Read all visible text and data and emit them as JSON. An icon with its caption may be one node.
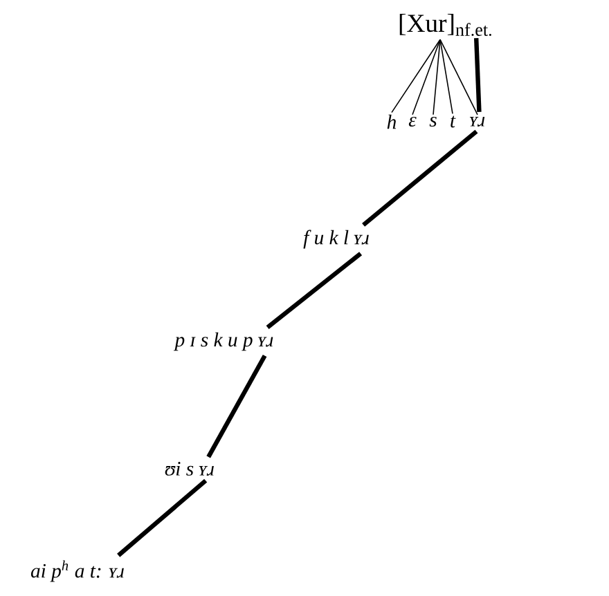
{
  "diagram": {
    "nodes": [
      {
        "text": [
          "[Xur]$_{nf.et.}$"
        ]
      },
      {
        "text": [
          "h"
        ]
      },
      {
        "text": [
          "ɛ"
        ]
      },
      {
        "text": [
          "s"
        ]
      },
      {
        "text": [
          "t"
        ]
      },
      {
        "text": [
          "ʏɹ"
        ]
      },
      {
        "text": [
          "f u k l ʏɹ"
        ]
      },
      {
        "text": [
          "p ɪ s k u p ʏɹ"
        ]
      },
      {
        "text": [
          "ʊi s ʏɹ"
        ]
      },
      {
        "text": [
          "ai p$^{h}$ a t: ʏɹ"
        ]
      }
    ],
    "edges": [
      {
        "from": 1,
        "to": 0,
        "arrow": "none"
      },
      {
        "from": 2,
        "to": 0,
        "arrow": "none"
      },
      {
        "from": 3,
        "to": 0,
        "arrow": "none"
      },
      {
        "from": 4,
        "to": 0,
        "arrow": "none"
      },
      {
        "from": 5,
        "to": 0,
        "arrow": "none"
      },
      {
        "from": 0,
        "to": 5,
        "arrow": "none",
        "style": "thick"
      },
      {
        "from": 5,
        "to": 6,
        "arrow": "none",
        "style": "thick"
      },
      {
        "from": 6,
        "to": 7,
        "arrow": "none",
        "style": "thick"
      },
      {
        "from": 7,
        "to": 8,
        "arrow": "none",
        "style": "thick"
      },
      {
        "from": 8,
        "to": 9,
        "arrow": "none",
        "style": "thick"
      }
    ]
  }
}
